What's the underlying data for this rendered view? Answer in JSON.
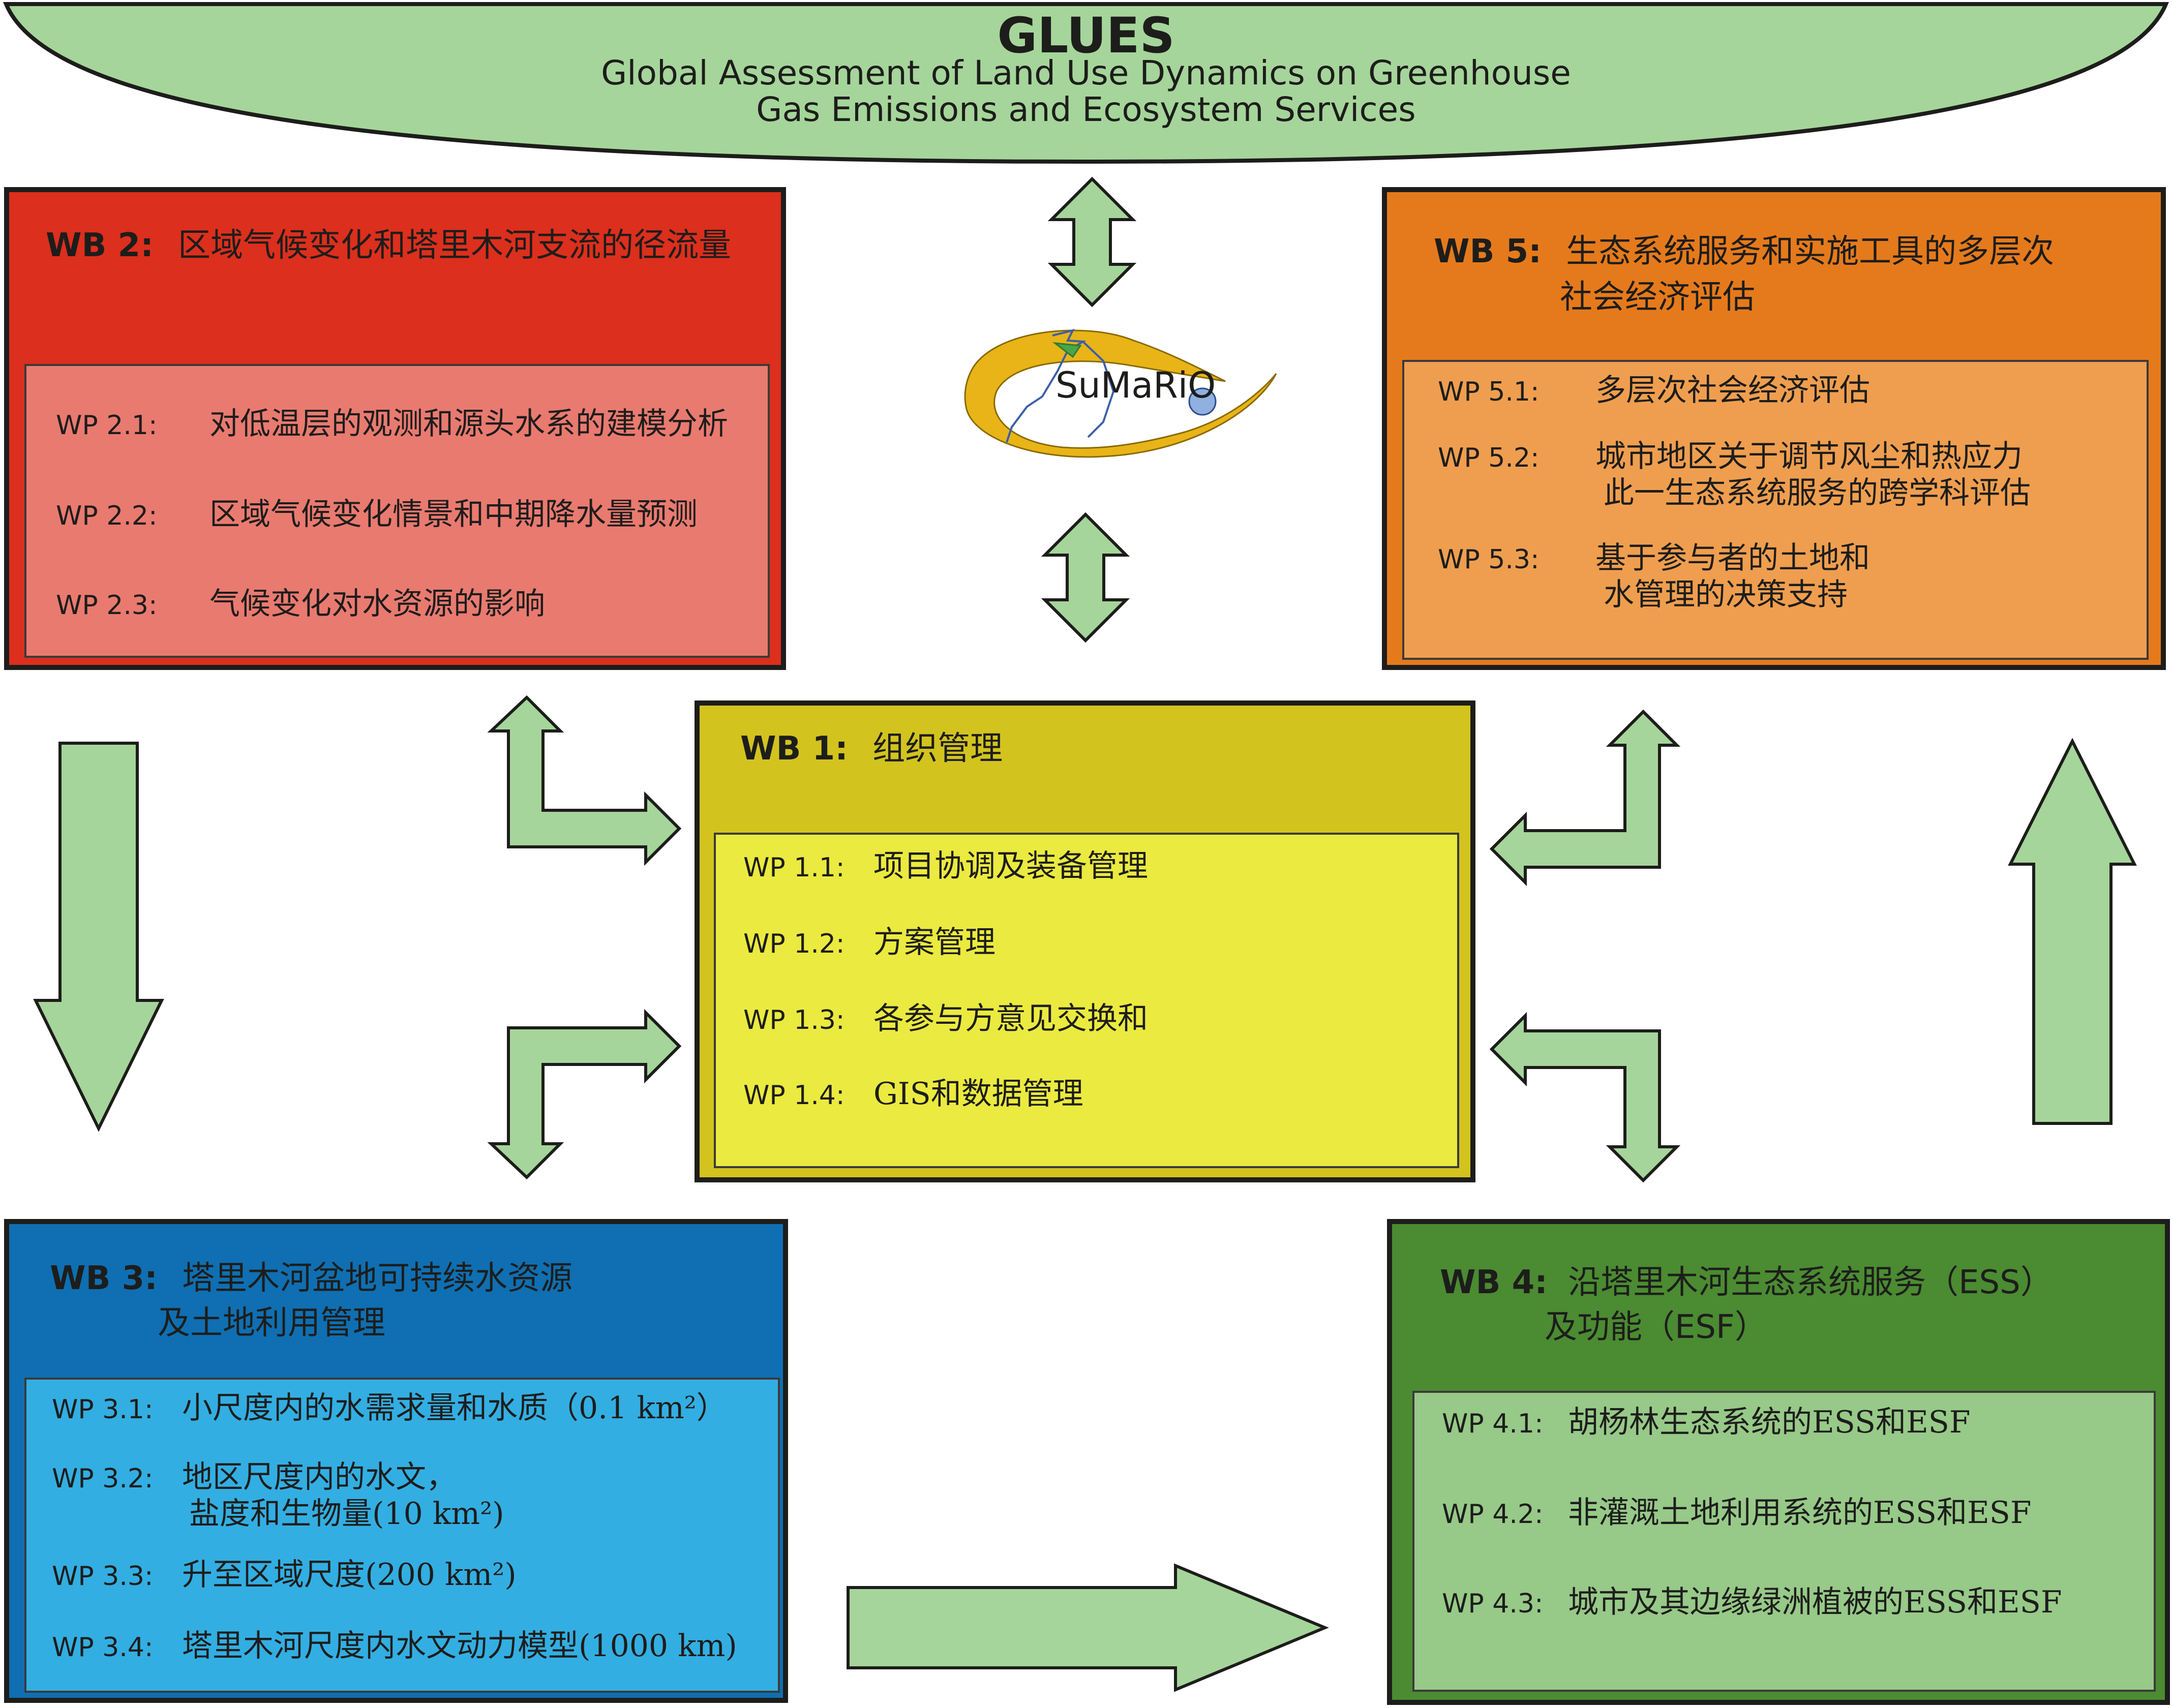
{
  "header": {
    "title": "GLUES",
    "subtitle_line1": "Global Assessment of Land Use Dynamics on Greenhouse",
    "subtitle_line2": "Gas Emissions and Ecosystem Services"
  },
  "logo": {
    "text": "SuMaRiO"
  },
  "colors": {
    "arrow_fill": "#a5d59a",
    "wb1": "#d2c31f",
    "wb2": "#dc2f1d",
    "wb3": "#0f6fb2",
    "wb4": "#4b8b32",
    "wb5": "#e57a1c"
  },
  "wb1": {
    "code": "WB 1:",
    "title": "组织管理",
    "items": [
      {
        "id": "WP 1.1:",
        "text": "项目协调及装备管理"
      },
      {
        "id": "WP 1.2:",
        "text": "方案管理"
      },
      {
        "id": "WP 1.3:",
        "text": "各参与方意见交换和"
      },
      {
        "id": "WP 1.4:",
        "text": "GIS和数据管理"
      }
    ]
  },
  "wb2": {
    "code": "WB 2:",
    "title": "区域气候变化和塔里木河支流的径流量",
    "items": [
      {
        "id": "WP 2.1:",
        "text": "对低温层的观测和源头水系的建模分析"
      },
      {
        "id": "WP 2.2:",
        "text": "区域气候变化情景和中期降水量预测"
      },
      {
        "id": "WP 2.3:",
        "text": "气候变化对水资源的影响"
      }
    ]
  },
  "wb3": {
    "code": "WB 3:",
    "title_line1": "塔里木河盆地可持续水资源",
    "title_line2": "及土地利用管理",
    "items": [
      {
        "id": "WP 3.1:",
        "text": "小尺度内的水需求量和水质（0.1 km²）"
      },
      {
        "id": "WP 3.2:",
        "text": "地区尺度内的水文，",
        "text2": "盐度和生物量(10 km²)"
      },
      {
        "id": "WP 3.3:",
        "text": "升至区域尺度(200 km²)"
      },
      {
        "id": "WP 3.4:",
        "text": "塔里木河尺度内水文动力模型(1000 km)"
      }
    ]
  },
  "wb4": {
    "code": "WB 4:",
    "title_line1": "沿塔里木河生态系统服务（ESS）",
    "title_line2": "及功能（ESF）",
    "items": [
      {
        "id": "WP 4.1:",
        "text": "胡杨林生态系统的ESS和ESF"
      },
      {
        "id": "WP 4.2:",
        "text": "非灌溉土地利用系统的ESS和ESF"
      },
      {
        "id": "WP 4.3:",
        "text": "城市及其边缘绿洲植被的ESS和ESF"
      }
    ]
  },
  "wb5": {
    "code": "WB 5:",
    "title_line1": "生态系统服务和实施工具的多层次",
    "title_line2": "社会经济评估",
    "items": [
      {
        "id": "WP 5.1:",
        "text": "多层次社会经济评估"
      },
      {
        "id": "WP 5.2:",
        "text": "城市地区关于调节风尘和热应力",
        "text2": "此一生态系统服务的跨学科评估"
      },
      {
        "id": "WP 5.3:",
        "text": "基于参与者的土地和",
        "text2": "水管理的决策支持"
      }
    ]
  }
}
